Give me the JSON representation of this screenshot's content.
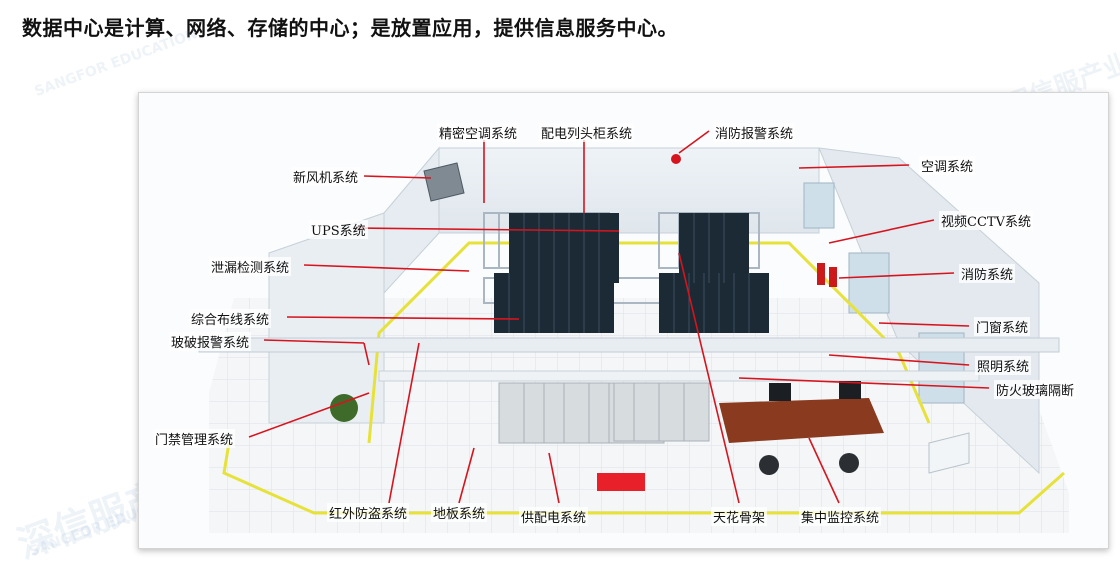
{
  "headline": "数据中心是计算、网络、存储的中心；是放置应用，提供信息服务中心。",
  "labels": {
    "precision_ac": "精密空调系统",
    "pdu_cabinet": "配电列头柜系统",
    "fire_alarm": "消防报警系统",
    "fresh_air": "新风机系统",
    "ac": "空调系统",
    "ups": "UPS系统",
    "cctv": "视频CCTV系统",
    "leak_detect": "泄漏检测系统",
    "fire_fighting": "消防系统",
    "cabling": "综合布线系统",
    "door_window": "门窗系统",
    "glass_break": "玻破报警系统",
    "lighting": "照明系统",
    "fire_glass": "防火玻璃隔断",
    "access_control": "门禁管理系统",
    "infrared": "红外防盗系统",
    "floor": "地板系统",
    "power_supply": "供配电系统",
    "ceiling": "天花骨架",
    "monitoring": "集中监控系统"
  },
  "watermarks": {
    "brand_cn": "深信服产业教育",
    "brand_en": "SANGFOR EDUCATION"
  },
  "colors": {
    "accent_line": "#d6141e",
    "floor_edge": "#e7e23a",
    "rack": "#1c2a36",
    "door_mat": "#e8202a"
  }
}
